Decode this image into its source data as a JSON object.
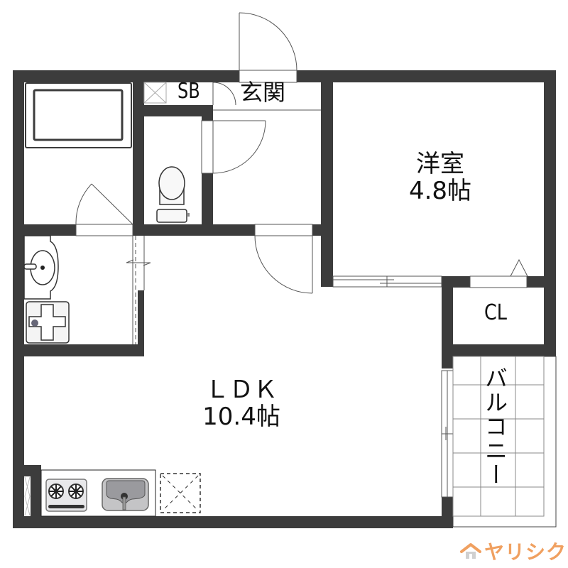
{
  "floorplan": {
    "rooms": {
      "youshitsu": {
        "name": "洋室",
        "size": "4.8帖"
      },
      "ldk": {
        "name": "ＬＤＫ",
        "size": "10.4帖"
      },
      "genkan": {
        "name": "玄関"
      },
      "shoebox": {
        "name": "SB"
      },
      "closet": {
        "name": "CL"
      },
      "balcony": {
        "name": "バルコニー"
      }
    },
    "fixtures": [
      "bathtub",
      "toilet",
      "washbasin",
      "washing-machine-pan",
      "gas-stove-2-burner",
      "kitchen-sink",
      "refrigerator-space",
      "shoebox"
    ],
    "colors": {
      "wall": "#3c3c3c",
      "line": "#555555",
      "fixture_gray": "#9a9a9a",
      "balcony_grid": "#888888",
      "logo": "#f0a060",
      "logo_house": "#c8c8c8"
    }
  },
  "branding": {
    "logo_text": "ヤリシク"
  }
}
